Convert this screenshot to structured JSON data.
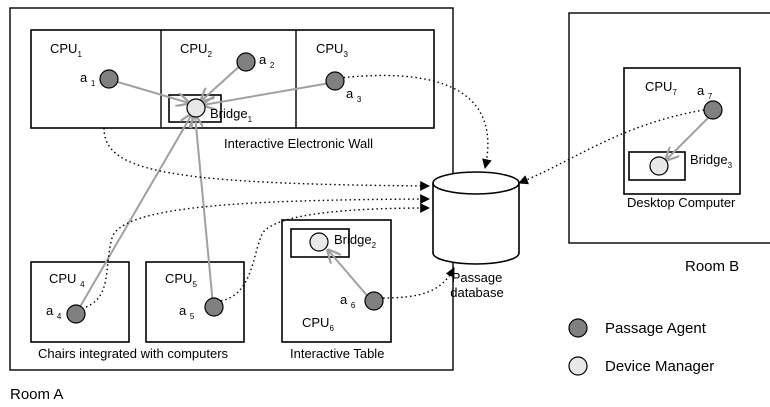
{
  "rooms": {
    "room_a": "Room A",
    "room_b": "Room B"
  },
  "components": {
    "wall": "Interactive Electronic Wall",
    "chairs": "Chairs integrated with computers",
    "table": "Interactive Table",
    "desktop": "Desktop Computer",
    "database": "Passage database"
  },
  "cpus": [
    {
      "base": "CPU",
      "sub": "1"
    },
    {
      "base": "CPU",
      "sub": "2"
    },
    {
      "base": "CPU",
      "sub": "3"
    },
    {
      "base": "CPU ",
      "sub": "4"
    },
    {
      "base": "CPU",
      "sub": "5"
    },
    {
      "base": "CPU",
      "sub": "6"
    },
    {
      "base": "CPU",
      "sub": "7"
    }
  ],
  "agents": [
    {
      "base": "a ",
      "sub": "1"
    },
    {
      "base": "a ",
      "sub": "2"
    },
    {
      "base": "a ",
      "sub": "3"
    },
    {
      "base": "a ",
      "sub": "4"
    },
    {
      "base": "a ",
      "sub": "5"
    },
    {
      "base": "a ",
      "sub": "6"
    },
    {
      "base": "a ",
      "sub": "7"
    }
  ],
  "bridges": [
    {
      "base": "Bridge",
      "sub": "1"
    },
    {
      "base": "Bridge",
      "sub": "2"
    },
    {
      "base": "Bridge",
      "sub": "3"
    }
  ],
  "legend": {
    "agent": "Passage Agent",
    "manager": "Device Manager"
  },
  "colors": {
    "agent_fill": "#808080",
    "manager_fill": "#e8e8e8",
    "arrow_gray": "#a0a0a0"
  }
}
